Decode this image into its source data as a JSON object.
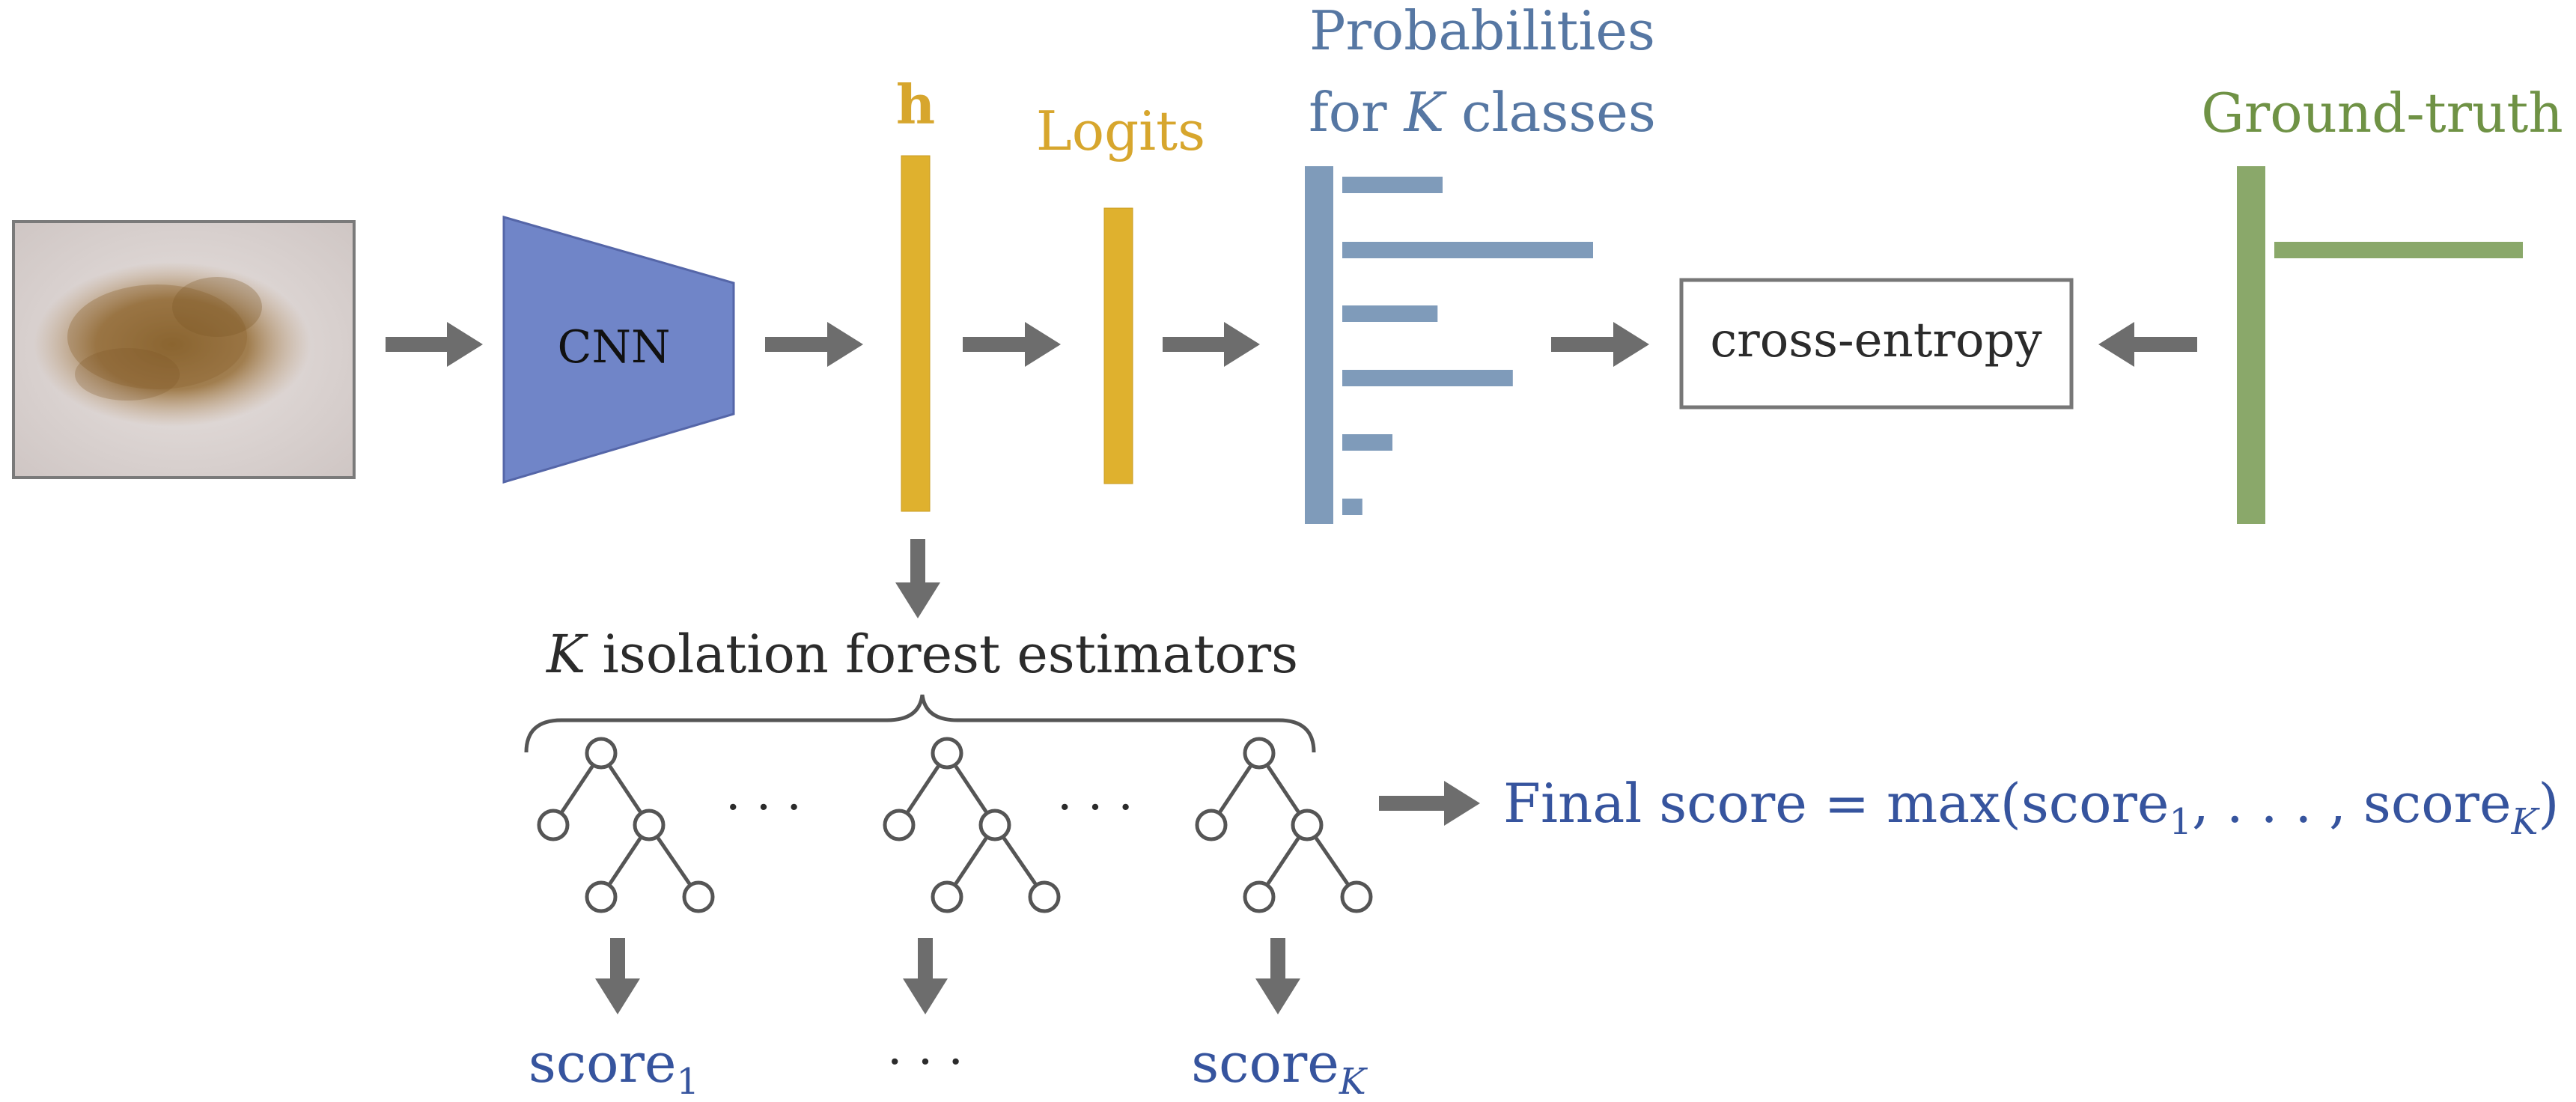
{
  "colors": {
    "arrow": "#6d6d6d",
    "cnn_fill": "#7085c8",
    "cnn_stroke": "#5566a8",
    "feature": "#dfb12e",
    "probability": "#7f9bba",
    "ground_truth": "#8aa86a",
    "label_gold": "#d7a62d",
    "label_blue": "#5677a3",
    "label_green": "#6f9245",
    "label_navy": "#36549e",
    "text_dark": "#2b2b2b",
    "box_stroke": "#777777",
    "tree": "#555555"
  },
  "labels": {
    "cnn": "CNN",
    "h": "h",
    "logits": "Logits",
    "prob_line1": "Probabilities",
    "prob_line2_a": "for ",
    "prob_line2_K": "K",
    "prob_line2_b": " classes",
    "ground_truth": "Ground-truth",
    "cross_entropy": "cross-entropy",
    "iforest_K": "K",
    "iforest_text": " isolation forest estimators",
    "dots": "· · ·",
    "score": "score",
    "sub_1": "1",
    "sub_K": "K",
    "final_text": "Final score = max(score",
    "final_middle": ", . . . , score",
    "final_close": ")"
  },
  "probabilities": [
    0.4,
    1.0,
    0.38,
    0.68,
    0.2,
    0.08
  ],
  "ground_truth": [
    0,
    1,
    0,
    0,
    0,
    0
  ],
  "icons": {
    "input_image": "skin-lesion-image",
    "tree": "isolation-tree-icon",
    "arrow": "arrow-icon"
  }
}
